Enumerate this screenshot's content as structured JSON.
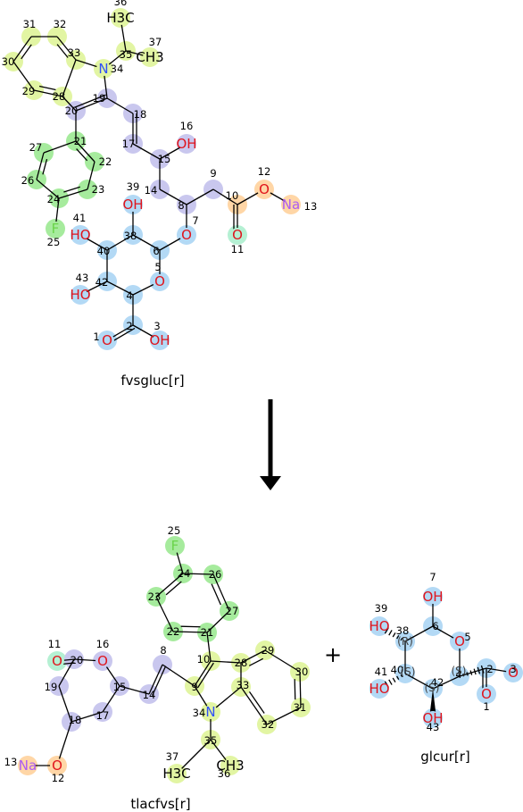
{
  "colors": {
    "blue": "#b3d9f5",
    "purple": "#c9c7ee",
    "yellow": "#e2f5a3",
    "green": "#a6eb9d",
    "orange": "#ffd6a6",
    "teal": "#b5f0d3",
    "oxygen": "#e0141c",
    "nitrogen": "#3050f8",
    "fluorine": "#6ad44a",
    "sodium": "#ab5cf2",
    "carbon": "#000000"
  },
  "reaction": {
    "arrow": "down-arrow",
    "plus": "+",
    "reactant_label": "fvsgluc[r]",
    "product1_label": "tlacfvs[r]",
    "product2_label": "glcur[r]"
  },
  "m1": {
    "atoms": [
      {
        "n": "1",
        "el": "O",
        "c": "blue"
      },
      {
        "n": "2",
        "el": "",
        "c": "blue"
      },
      {
        "n": "3",
        "el": "OH",
        "c": "blue"
      },
      {
        "n": "4",
        "el": "",
        "c": "blue"
      },
      {
        "n": "5",
        "el": "O",
        "c": "blue"
      },
      {
        "n": "6",
        "el": "",
        "c": "blue"
      },
      {
        "n": "7",
        "el": "O",
        "c": "blue"
      },
      {
        "n": "8",
        "el": "",
        "c": "purple"
      },
      {
        "n": "9",
        "el": "",
        "c": "purple"
      },
      {
        "n": "10",
        "el": "",
        "c": "orange"
      },
      {
        "n": "11",
        "el": "O",
        "c": "teal"
      },
      {
        "n": "12",
        "el": "O",
        "c": "orange"
      },
      {
        "n": "13",
        "el": "Na",
        "c": "orange"
      },
      {
        "n": "14",
        "el": "",
        "c": "purple"
      },
      {
        "n": "15",
        "el": "",
        "c": "purple"
      },
      {
        "n": "16",
        "el": "OH",
        "c": "purple"
      },
      {
        "n": "17",
        "el": "",
        "c": "purple"
      },
      {
        "n": "18",
        "el": "",
        "c": "purple"
      },
      {
        "n": "19",
        "el": "",
        "c": "purple"
      },
      {
        "n": "20",
        "el": "",
        "c": "purple"
      },
      {
        "n": "21",
        "el": "",
        "c": "green"
      },
      {
        "n": "22",
        "el": "",
        "c": "green"
      },
      {
        "n": "23",
        "el": "",
        "c": "green"
      },
      {
        "n": "24",
        "el": "",
        "c": "green"
      },
      {
        "n": "25",
        "el": "F",
        "c": "green"
      },
      {
        "n": "26",
        "el": "",
        "c": "green"
      },
      {
        "n": "27",
        "el": "",
        "c": "green"
      },
      {
        "n": "28",
        "el": "",
        "c": "yellow"
      },
      {
        "n": "29",
        "el": "",
        "c": "yellow"
      },
      {
        "n": "30",
        "el": "",
        "c": "yellow"
      },
      {
        "n": "31",
        "el": "",
        "c": "yellow"
      },
      {
        "n": "32",
        "el": "",
        "c": "yellow"
      },
      {
        "n": "33",
        "el": "",
        "c": "yellow"
      },
      {
        "n": "34",
        "el": "N",
        "c": "yellow"
      },
      {
        "n": "35",
        "el": "",
        "c": "yellow"
      },
      {
        "n": "36",
        "el": "H3C",
        "c": "yellow"
      },
      {
        "n": "37",
        "el": "CH3",
        "c": "yellow"
      },
      {
        "n": "38",
        "el": "",
        "c": "blue"
      },
      {
        "n": "39",
        "el": "OH",
        "c": "blue"
      },
      {
        "n": "40",
        "el": "",
        "c": "blue"
      },
      {
        "n": "41",
        "el": "HO",
        "c": "blue"
      },
      {
        "n": "42",
        "el": "",
        "c": "blue"
      },
      {
        "n": "43",
        "el": "HO",
        "c": "blue"
      }
    ]
  },
  "m2": {
    "atoms": [
      {
        "n": "8",
        "el": "",
        "c": "purple"
      },
      {
        "n": "9",
        "el": "",
        "c": "yellow"
      },
      {
        "n": "10",
        "el": "",
        "c": "yellow"
      },
      {
        "n": "11",
        "el": "O",
        "c": "teal"
      },
      {
        "n": "12",
        "el": "O",
        "c": "orange"
      },
      {
        "n": "13",
        "el": "Na",
        "c": "orange"
      },
      {
        "n": "14",
        "el": "",
        "c": "purple"
      },
      {
        "n": "15",
        "el": "",
        "c": "purple"
      },
      {
        "n": "16",
        "el": "O",
        "c": "purple"
      },
      {
        "n": "17",
        "el": "",
        "c": "purple"
      },
      {
        "n": "18",
        "el": "",
        "c": "purple"
      },
      {
        "n": "19",
        "el": "",
        "c": "purple"
      },
      {
        "n": "20",
        "el": "",
        "c": "purple"
      },
      {
        "n": "21",
        "el": "",
        "c": "green"
      },
      {
        "n": "22",
        "el": "",
        "c": "green"
      },
      {
        "n": "23",
        "el": "",
        "c": "green"
      },
      {
        "n": "24",
        "el": "",
        "c": "green"
      },
      {
        "n": "25",
        "el": "F",
        "c": "green"
      },
      {
        "n": "26",
        "el": "",
        "c": "green"
      },
      {
        "n": "27",
        "el": "",
        "c": "green"
      },
      {
        "n": "28",
        "el": "",
        "c": "yellow"
      },
      {
        "n": "29",
        "el": "",
        "c": "yellow"
      },
      {
        "n": "30",
        "el": "",
        "c": "yellow"
      },
      {
        "n": "31",
        "el": "",
        "c": "yellow"
      },
      {
        "n": "32",
        "el": "",
        "c": "yellow"
      },
      {
        "n": "33",
        "el": "",
        "c": "yellow"
      },
      {
        "n": "34",
        "el": "N",
        "c": "yellow"
      },
      {
        "n": "35",
        "el": "",
        "c": "yellow"
      },
      {
        "n": "36",
        "el": "CH3",
        "c": "yellow"
      },
      {
        "n": "37",
        "el": "H3C",
        "c": "yellow"
      }
    ]
  },
  "m3": {
    "atoms": [
      {
        "n": "1",
        "el": "O",
        "c": "blue"
      },
      {
        "n": "2",
        "el": "",
        "c": "blue"
      },
      {
        "n": "3",
        "el": "O",
        "c": "blue"
      },
      {
        "n": "4",
        "el": "",
        "c": "blue"
      },
      {
        "n": "5",
        "el": "O",
        "c": "blue"
      },
      {
        "n": "6",
        "el": "",
        "c": "blue"
      },
      {
        "n": "7",
        "el": "OH",
        "c": "blue"
      },
      {
        "n": "38",
        "el": "",
        "c": "blue"
      },
      {
        "n": "39",
        "el": "HO",
        "c": "blue"
      },
      {
        "n": "40",
        "el": "",
        "c": "blue"
      },
      {
        "n": "41",
        "el": "HO",
        "c": "blue"
      },
      {
        "n": "42",
        "el": "",
        "c": "blue"
      },
      {
        "n": "43",
        "el": "OH",
        "c": "blue"
      }
    ],
    "stereo": [
      "(R)",
      "(S)",
      "(S)",
      "(S)"
    ]
  }
}
